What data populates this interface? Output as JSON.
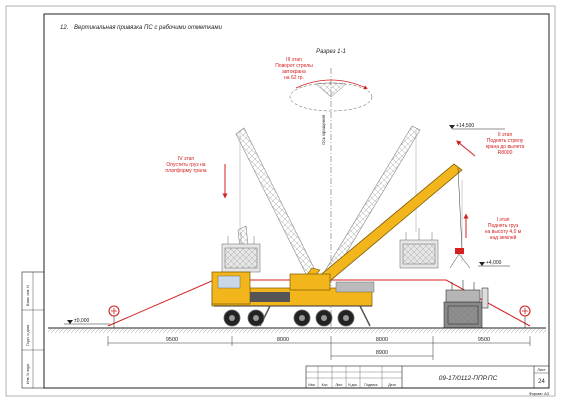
{
  "header": {
    "section_no": "12.",
    "title": "Вертикальная привязка ПС с рабочими отметками"
  },
  "section_label": "Разрез 1-1",
  "stages": [
    {
      "id": "stage-3",
      "lines": [
        "III этап",
        "Поворот стрелы",
        "автокрана",
        "на 62 гр."
      ]
    },
    {
      "id": "stage-2",
      "lines": [
        "II этап",
        "Поднять стрелу",
        "крана до вылета",
        "R8000"
      ]
    },
    {
      "id": "stage-4",
      "lines": [
        "IV этап",
        "Опустить груз на",
        "платформу трала"
      ]
    },
    {
      "id": "stage-1",
      "lines": [
        "I этап",
        "Поднять груз",
        "на высоту 4,0 м",
        "над землей"
      ]
    }
  ],
  "axis_label": "Ось вращения",
  "elevations": {
    "top": "+14,500",
    "load": "+4,000",
    "ground": "±0,000"
  },
  "dimensions": {
    "bottom_row": [
      "9500",
      "8000",
      "8000",
      "9500"
    ],
    "total": "8900"
  },
  "title_block": {
    "doc_code": "09-17/0112-ППР.ПС",
    "sheet_label": "Лист",
    "sheet_no": "24",
    "columns": [
      "Изм.",
      "Кол.",
      "Лист",
      "N док.",
      "Подпись",
      "Дата"
    ],
    "format": "Формат А3"
  },
  "side_stamp": [
    "Инв. N подл.",
    "Подп. и дата",
    "Взам. инв. N"
  ],
  "colors": {
    "accent_red": "#d42020",
    "crane_yellow": "#f2b51c",
    "line": "#333333"
  }
}
